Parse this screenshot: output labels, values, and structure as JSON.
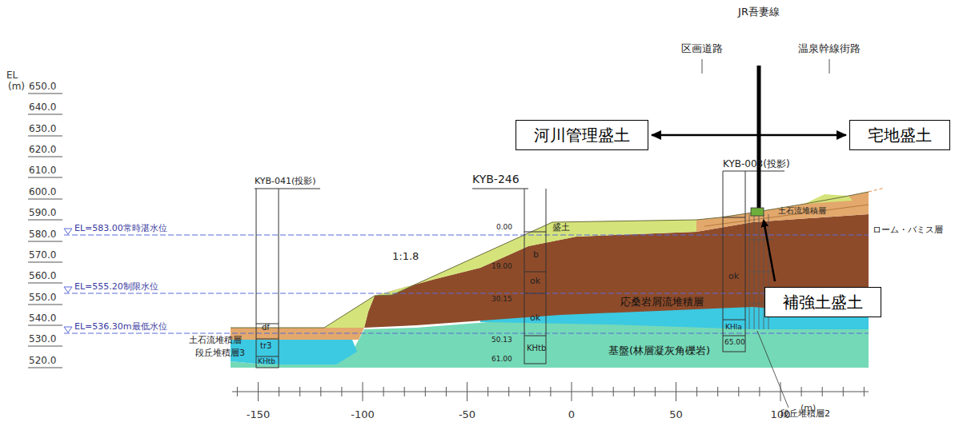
{
  "diagram": {
    "nodes": [
      {
        "text": [
          "河川管理盛土"
        ]
      },
      {
        "text": [
          "宅地盛土"
        ]
      },
      {
        "text": [
          "補強土盛土"
        ]
      }
    ],
    "edges": [
      {
        "from": 0,
        "to": 1,
        "arrow": "both"
      }
    ],
    "labels": [
      "EL",
      "(m)",
      "650.0",
      "640.0",
      "630.0",
      "620.0",
      "610.0",
      "600.0",
      "590.0",
      "580.0",
      "570.0",
      "560.0",
      "550.0",
      "540.0",
      "530.0",
      "520.0",
      "-150",
      "-100",
      "-50",
      "0",
      "50",
      "100",
      "(m)",
      "JR吾妻線",
      "区画道路",
      "温泉幹線街路",
      "KYB-003(投影)",
      "KYB-041(投影)",
      "KYB-246",
      "EL=583.00常時湛水位",
      "EL=555.20制限水位",
      "EL=536.30m最低水位",
      "土石流堆積層",
      "ローム・バミス層",
      "盛土",
      "1:1.8",
      "応桑岩屑流堆積層",
      "基盤(林層凝灰角礫岩)",
      "土石流堆積層",
      "段丘堆積層3",
      "段丘堆積層2",
      "df",
      "tr3",
      "KHtb",
      "0.00",
      "19.00",
      "30.15",
      "50.13",
      "61.00",
      "b",
      "ok",
      "ok",
      "KHtb",
      "ok",
      "KHla",
      "65.00"
    ]
  }
}
